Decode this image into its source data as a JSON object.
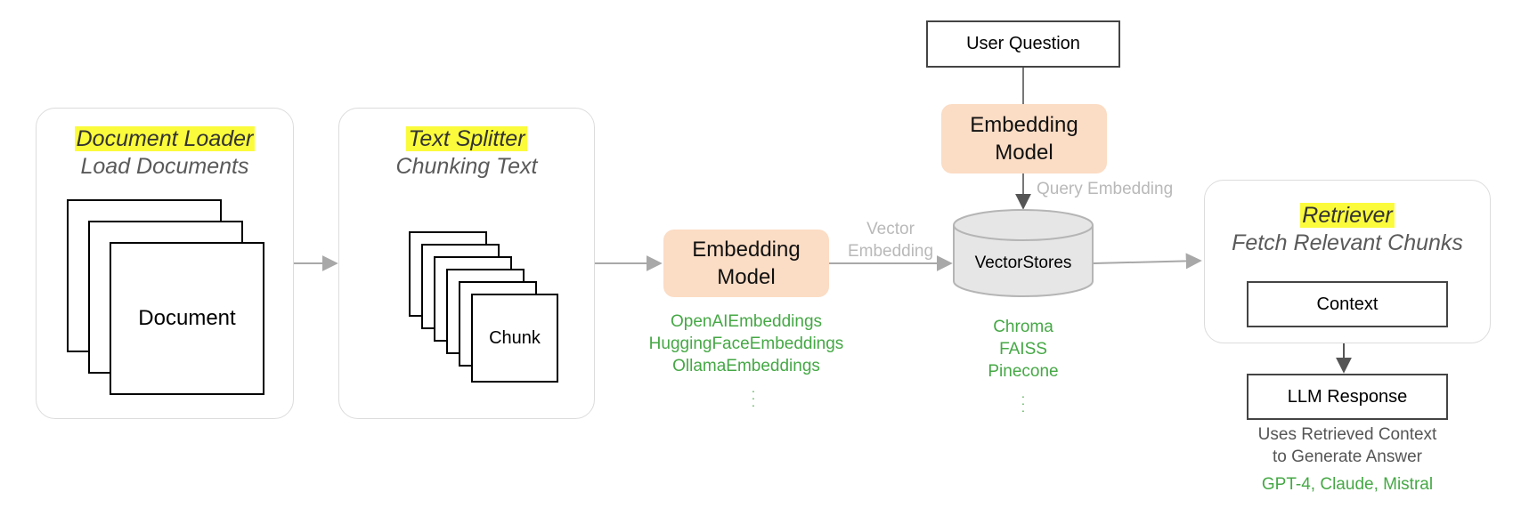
{
  "document_loader": {
    "title": "Document Loader",
    "subtitle": "Load Documents",
    "doc_label": "Document"
  },
  "text_splitter": {
    "title": "Text Splitter",
    "subtitle": "Chunking Text",
    "chunk_label": "Chunk"
  },
  "embedding_left": {
    "label": "Embedding\nModel",
    "examples": [
      "OpenAIEmbeddings",
      "HuggingFaceEmbeddings",
      "OllamaEmbeddings"
    ]
  },
  "vector_edge_label": "Vector\nEmbedding",
  "user_question": "User Question",
  "embedding_top": {
    "label": "Embedding\nModel"
  },
  "query_edge_label": "Query Embedding",
  "vectorstore": {
    "label": "VectorStores",
    "examples": [
      "Chroma",
      "FAISS",
      "Pinecone"
    ]
  },
  "retriever": {
    "title": "Retriever",
    "subtitle": "Fetch Relevant Chunks",
    "context_label": "Context"
  },
  "llm": {
    "label": "LLM Response",
    "note_line1": "Uses Retrieved Context",
    "note_line2": "to Generate Answer",
    "models": "GPT-4, Claude, Mistral"
  },
  "colors": {
    "highlight": "#fbfb3c",
    "embedding_fill": "#fbdcc4",
    "example_green": "#45a845",
    "edge_grey": "#a8a8a8"
  }
}
